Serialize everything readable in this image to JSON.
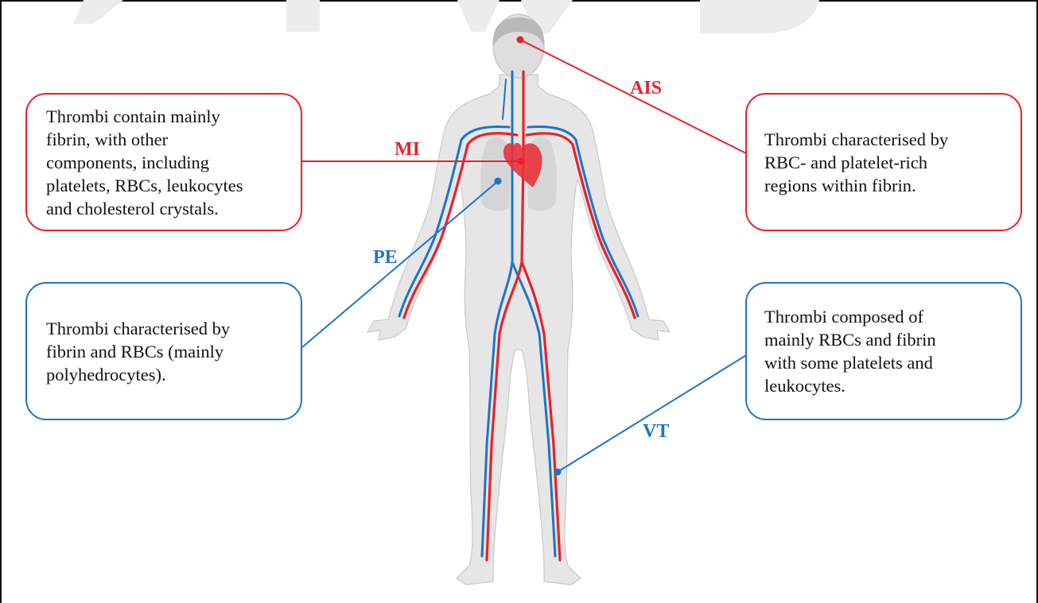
{
  "colors": {
    "arterial": "#e8222b",
    "venous": "#1f74c8",
    "body": "#e6e6e6",
    "head": "#b9b9b9"
  },
  "watermark": "A I I V D",
  "callouts": {
    "mi": {
      "label": "MI",
      "text": "Thrombi contain mainly\nfibrin, with other\ncomponents, including\nplatelets, RBCs, leukocytes\nand cholesterol crystals."
    },
    "ais": {
      "label": "AIS",
      "text": "Thrombi characterised by\nRBC- and platelet-rich\nregions within fibrin."
    },
    "pe": {
      "label": "PE",
      "text": "Thrombi characterised by\nfibrin and RBCs (mainly\npolyhedrocytes)."
    },
    "vt": {
      "label": "VT",
      "text": "Thrombi composed of\nmainly RBCs and fibrin\nwith some platelets and\nleukocytes."
    }
  }
}
